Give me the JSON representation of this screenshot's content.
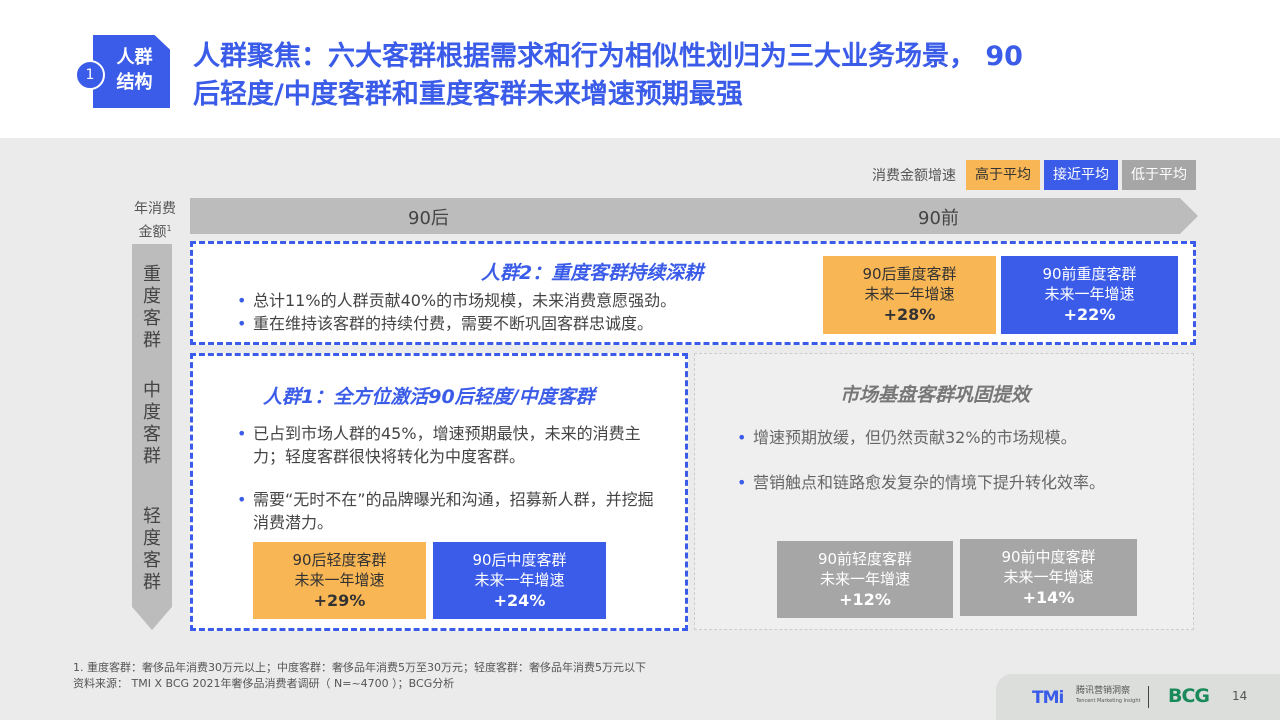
{
  "header": {
    "section_number": "1",
    "section_label_line1": "人群",
    "section_label_line2": "结构",
    "title_line1": "人群聚焦：六大客群根据需求和行为相似性划归为三大业务场景， 90",
    "title_line2": "后轻度/中度客群和重度客群未来增速预期最强"
  },
  "legend": {
    "label": "消费金额增速",
    "items": [
      {
        "label": "高于平均",
        "color": "#f8b654"
      },
      {
        "label": "接近平均",
        "color": "#3b5ce8"
      },
      {
        "label": "低于平均",
        "color": "#a6a6a6"
      }
    ]
  },
  "axes": {
    "y_title_line1": "年消费",
    "y_title_line2": "金额",
    "y_title_sup": "1",
    "x_left": "90后",
    "x_right": "90前",
    "y_heavy": "重度客群",
    "y_mid": "中度客群",
    "y_light": "轻度客群"
  },
  "heavy_box": {
    "title": "人群2：重度客群持续深耕",
    "bullets": [
      "总计11%的人群贡献40%的市场规模，未来消费意愿强劲。",
      "重在维持该客群的持续付费，需要不断巩固客群忠诚度。"
    ],
    "stats": [
      {
        "line1": "90后重度客群",
        "line2": "未来一年增速",
        "value": "+28%",
        "level": "above"
      },
      {
        "line1": "90前重度客群",
        "line2": "未来一年增速",
        "value": "+22%",
        "level": "near"
      }
    ]
  },
  "light_box": {
    "title": "人群1：全方位激活90后轻度/中度客群",
    "bullets": [
      "已占到市场人群的45%，增速预期最快，未来的消费主力；轻度客群很快将转化为中度客群。",
      "需要“无时不在”的品牌曝光和沟通，招募新人群，并挖掘消费潜力。"
    ],
    "stats": [
      {
        "line1": "90后轻度客群",
        "line2": "未来一年增速",
        "value": "+29%",
        "level": "above"
      },
      {
        "line1": "90后中度客群",
        "line2": "未来一年增速",
        "value": "+24%",
        "level": "near"
      }
    ]
  },
  "base_box": {
    "title": "市场基盘客群巩固提效",
    "bullets": [
      "增速预期放缓，但仍然贡献32%的市场规模。",
      "营销触点和链路愈发复杂的情境下提升转化效率。"
    ],
    "stats": [
      {
        "line1": "90前轻度客群",
        "line2": "未来一年增速",
        "value": "+12%",
        "level": "below"
      },
      {
        "line1": "90前中度客群",
        "line2": "未来一年增速",
        "value": "+14%",
        "level": "below"
      }
    ]
  },
  "footnote": {
    "line1": "1. 重度客群：奢侈品年消费30万元以上；中度客群：奢侈品年消费5万至30万元；轻度客群：奢侈品年消费5万元以下",
    "line2": "资料来源： TMI X BCG 2021年奢侈品消费者调研（ N=~4700 ）；BCG分析"
  },
  "footer": {
    "tmi_logo": "TMi",
    "tmi_name": "腾讯营销洞察",
    "tmi_sub": "Tencent Marketing Insight",
    "bcg_logo": "BCG",
    "page_number": "14"
  }
}
